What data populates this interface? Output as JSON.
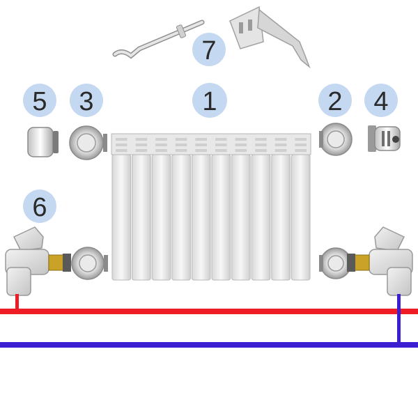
{
  "labels": {
    "radiator": "1",
    "plug_right_top": "2",
    "plug_left_top": "3",
    "air_vent": "4",
    "end_cap": "5",
    "valve": "6",
    "bracket": "7"
  },
  "colors": {
    "supply_pipe": "#ee1c25",
    "return_pipe": "#3b1fd0",
    "badge": "#c4d9f1",
    "radiator": "#ededed",
    "metal": "#b8b8b8"
  },
  "icons": {
    "radiator": "radiator-icon",
    "plug": "radiator-plug-icon",
    "air_vent": "air-vent-icon",
    "end_cap": "end-cap-icon",
    "valve": "shutoff-valve-icon",
    "bracket": "wall-bracket-icon",
    "hook": "wall-hook-icon"
  }
}
